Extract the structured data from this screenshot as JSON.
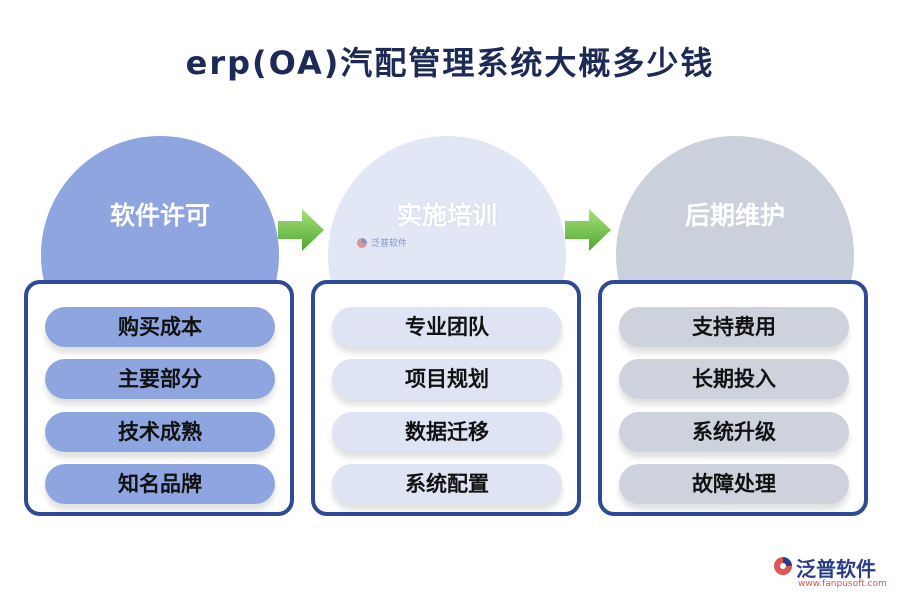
{
  "title": "erp(OA)汽配管理系统大概多少钱",
  "columns": [
    {
      "heading": "软件许可",
      "items": [
        "购买成本",
        "主要部分",
        "技术成熟",
        "知名品牌"
      ]
    },
    {
      "heading": "实施培训",
      "items": [
        "专业团队",
        "项目规划",
        "数据迁移",
        "系统配置"
      ]
    },
    {
      "heading": "后期维护",
      "items": [
        "支持费用",
        "长期投入",
        "系统升级",
        "故障处理"
      ]
    }
  ],
  "watermark": {
    "text": "泛普软件"
  },
  "brand": {
    "name": "泛普软件",
    "url": "www.fanpusoft.com"
  },
  "colors": {
    "accent": "#2d4a93",
    "arrow": "#6cc24a",
    "col1": "#8ea5e0",
    "col2": "#e2e7f6",
    "col3": "#cbd1dc"
  }
}
